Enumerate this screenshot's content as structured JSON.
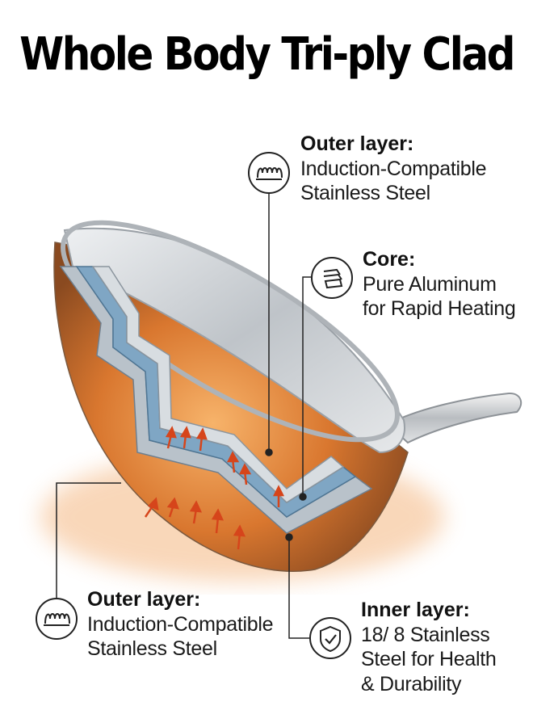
{
  "title": "Whole Body Tri-ply Clad",
  "colors": {
    "copper": "#d9772f",
    "steel": "#c7ccd1",
    "aluminum_layer": "#7fa6c4",
    "line": "#222222",
    "arrow": "#d6451b"
  },
  "callouts": {
    "outer_top": {
      "icon": "coil-icon",
      "heading": "Outer layer:",
      "lines": [
        "Induction-Compatible",
        "Stainless Steel"
      ]
    },
    "core": {
      "icon": "aluminum-layers-icon",
      "heading": "Core:",
      "lines": [
        "Pure Aluminum",
        "for Rapid Heating"
      ]
    },
    "outer_bottom": {
      "icon": "coil-icon",
      "heading": "Outer layer:",
      "lines": [
        "Induction-Compatible",
        "Stainless Steel"
      ]
    },
    "inner": {
      "icon": "shield-check-icon",
      "heading": "Inner layer:",
      "lines": [
        "18/ 8  Stainless",
        "Steel for Health",
        "& Durability"
      ]
    }
  }
}
